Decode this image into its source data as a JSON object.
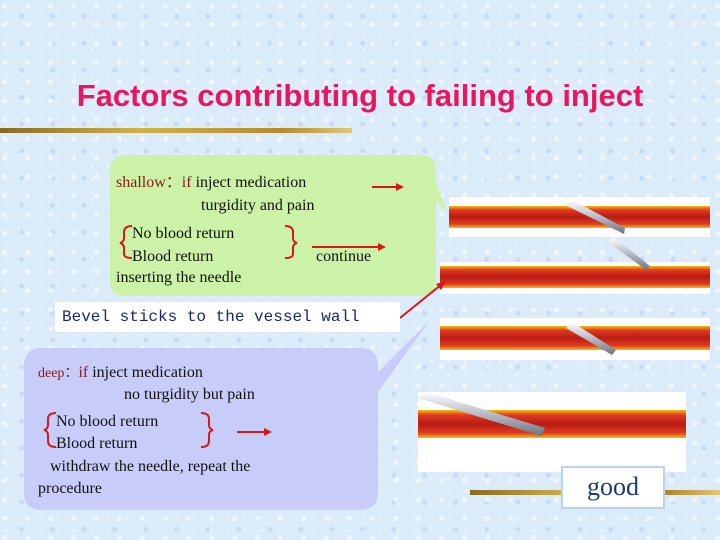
{
  "slide": {
    "title": "Factors contributing to failing to inject"
  },
  "shallow_callout": {
    "keyword": "shallow：",
    "line1_if": "if",
    "line1_rest": " inject medication",
    "line2": "turgidity and pain",
    "line3": "No blood return",
    "line4": "Blood return",
    "line4_result": "continue",
    "line5": "inserting the needle"
  },
  "bevel_label": "Bevel sticks to the vessel wall",
  "deep_callout": {
    "keyword": "deep：",
    "line1_if": "if",
    "line1_rest": " inject medication",
    "line2": "no turgidity but pain",
    "line3": "No blood return",
    "line4": "Blood return",
    "line5": "withdraw the needle, repeat the",
    "line6": "procedure"
  },
  "good_label": "good",
  "colors": {
    "title": "#e8175d",
    "shallow_callout_fill": "#ccf2a8",
    "deep_callout_fill": "#c8ccf8",
    "arrow_red": "#d81818",
    "vessel_red": "#c8281e",
    "vessel_edge": "#f0c010"
  }
}
